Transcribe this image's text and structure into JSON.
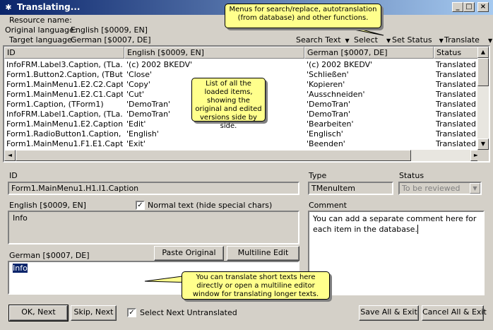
{
  "window": {
    "title": "Translating...",
    "minimize_glyph": "_",
    "maximize_glyph": "□",
    "close_glyph": "×"
  },
  "info": {
    "resource_name_label": "Resource name:",
    "resource_name_value": "",
    "original_language_label": "Original language:",
    "original_language_value": "English [$0009, EN]",
    "target_language_label": "Target language:",
    "target_language_value": "German [$0007, DE]"
  },
  "toolbar": {
    "search_text": "Search Text",
    "select": "Select",
    "set_status": "Set Status",
    "translate": "Translate"
  },
  "list": {
    "columns": [
      "ID",
      "English [$0009, EN]",
      "German [$0007, DE]",
      "Status"
    ],
    "rows": [
      [
        "InfoFRM.Label3.Caption, (TLa...",
        "'(c) 2002 BKEDV'",
        "'(c) 2002 BKEDV'",
        "Translated"
      ],
      [
        "Form1.Button2.Caption, (TButt...",
        "'Close'",
        "'Schließen'",
        "Translated"
      ],
      [
        "Form1.MainMenu1.E2.C2.Capti...",
        "'Copy'",
        "'Kopieren'",
        "Translated"
      ],
      [
        "Form1.MainMenu1.E2.C1.Capti...",
        "'Cut'",
        "'Ausschneiden'",
        "Translated"
      ],
      [
        "Form1.Caption, (TForm1)",
        "'DemoTran'",
        "'DemoTran'",
        "Translated"
      ],
      [
        "InfoFRM.Label1.Caption, (TLa...",
        "'DemoTran'",
        "'DemoTran'",
        "Translated"
      ],
      [
        "Form1.MainMenu1.E2.Caption,...",
        "'Edit'",
        "'Bearbeiten'",
        "Translated"
      ],
      [
        "Form1.RadioButton1.Caption, ...",
        "'English'",
        "'Englisch'",
        "Translated"
      ],
      [
        "Form1.MainMenu1.F1.E1.Capti...",
        "'Exit'",
        "'Beenden'",
        "Translated"
      ]
    ]
  },
  "details": {
    "id_label": "ID",
    "id_value": "Form1.MainMenu1.H1.I1.Caption",
    "type_label": "Type",
    "type_value": "TMenuItem",
    "status_label": "Status",
    "status_value": "To be reviewed",
    "english_label": "English [$0009, EN]",
    "normal_text_label": "Normal text (hide special chars)",
    "english_value": "Info",
    "comment_label": "Comment",
    "comment_value": "You can add a separate comment here for each item in the database.",
    "german_label": "German [$0007, DE]",
    "paste_original": "Paste Original",
    "multiline_edit": "Multiline Edit",
    "german_value": "Info"
  },
  "bottom": {
    "ok_next": "OK, Next",
    "skip_next": "Skip, Next",
    "select_next_untranslated": "Select Next Untranslated",
    "save_all_exit": "Save All & Exit",
    "cancel_all_exit": "Cancel All & Exit"
  },
  "callouts": {
    "menus": "Menus for search/replace, autotranslation (from database) and other functions.",
    "list": "List of all the loaded items, showing the original and edited versions side by side.",
    "translate": "You can translate short texts here directly or open a multiline editor window for translating longer texts."
  },
  "colors": {
    "titlebar_start": "#0a246a",
    "titlebar_end": "#a6caf0",
    "callout_bg": "#ffff8c",
    "selection_bg": "#0a246a"
  }
}
